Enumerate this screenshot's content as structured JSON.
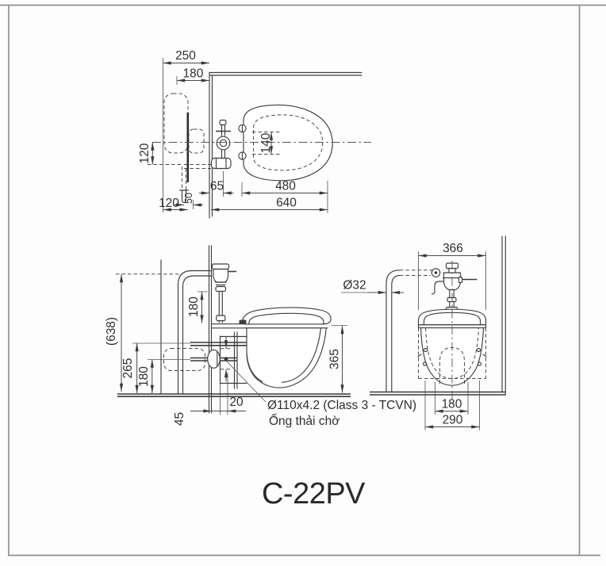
{
  "drawing": {
    "product_code": "C-22PV",
    "top_view": {
      "dim_wall_depth": "250",
      "dim_tank_depth": "180",
      "dim_side_offset": "120",
      "dim_hinge_span": "140",
      "dim_valve_offset": "65",
      "dim_seat_length": "480",
      "dim_total_depth": "640",
      "dim_bottom_offset": "120",
      "dim_pipe_offset": "50"
    },
    "side_view": {
      "dim_total_height": "(638)",
      "dim_inlet_height": "265",
      "dim_outlet_height": "180",
      "dim_valve_drop": "180",
      "dim_wall_gap": "45",
      "dim_outlet_gap": "20",
      "dim_rim_height": "365",
      "label_waste_pipe": "Ø110x4.2 (Class 3 - TCVN)",
      "label_waste_pipe_caption": "Ống thải chờ"
    },
    "front_view": {
      "dim_width": "366",
      "dim_bolt_span": "180",
      "dim_base_width": "290",
      "label_supply_pipe": "Ø32"
    }
  }
}
